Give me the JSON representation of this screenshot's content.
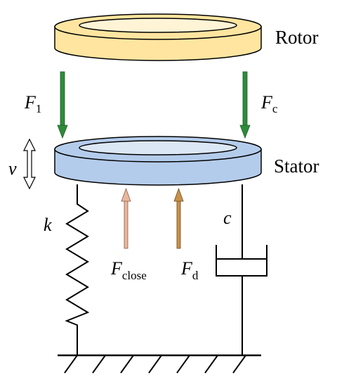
{
  "labels": {
    "rotor": "Rotor",
    "stator": "Stator",
    "f1_main": "F",
    "f1_sub": "1",
    "fc_main": "F",
    "fc_sub": "c",
    "v": "v",
    "k": "k",
    "c": "c",
    "fclose_main": "F",
    "fclose_sub": "close",
    "fd_main": "F",
    "fd_sub": "d"
  },
  "colors": {
    "rotor_fill": "#FFE5A0",
    "rotor_inner": "#F6D47E",
    "stator_fill": "#B4CCEB",
    "stator_inner": "#9EB9DF",
    "down_arrow": "#2E8B3A",
    "fclose_arrow": "#E8B89E",
    "fd_arrow": "#C8914A",
    "line": "#000000"
  },
  "icons": [
    "double-arrow-icon",
    "spring-icon",
    "damper-icon",
    "ground-icon"
  ]
}
